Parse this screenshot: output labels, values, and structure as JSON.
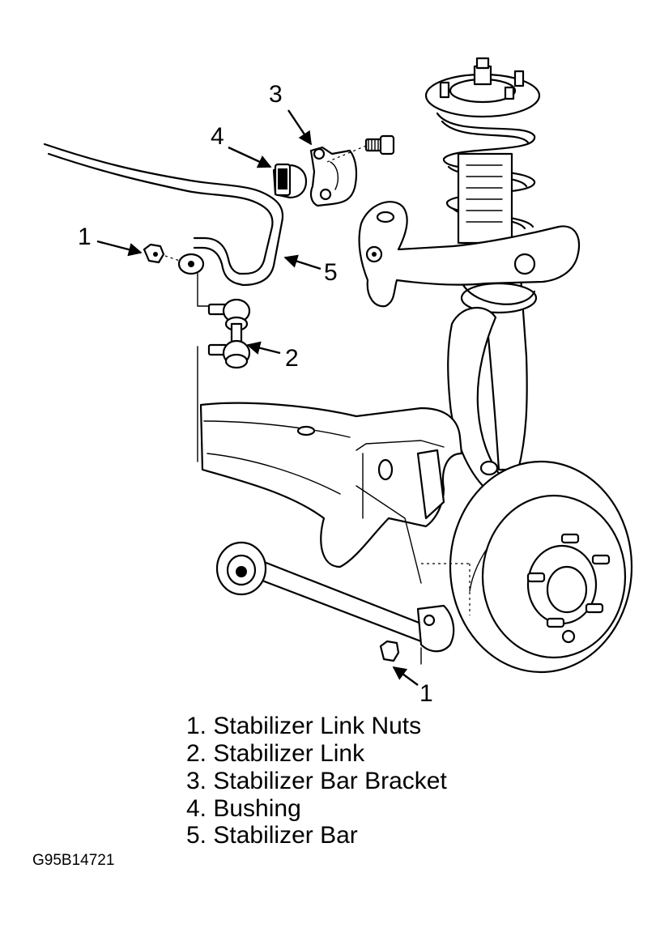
{
  "callouts": {
    "c1a": "1",
    "c1b": "1",
    "c2": "2",
    "c3": "3",
    "c4": "4",
    "c5": "5"
  },
  "legend": [
    "1. Stabilizer Link Nuts",
    "2. Stabilizer Link",
    "3. Stabilizer Bar Bracket",
    "4. Bushing",
    "5. Stabilizer Bar"
  ],
  "figure_code": "G95B14721"
}
